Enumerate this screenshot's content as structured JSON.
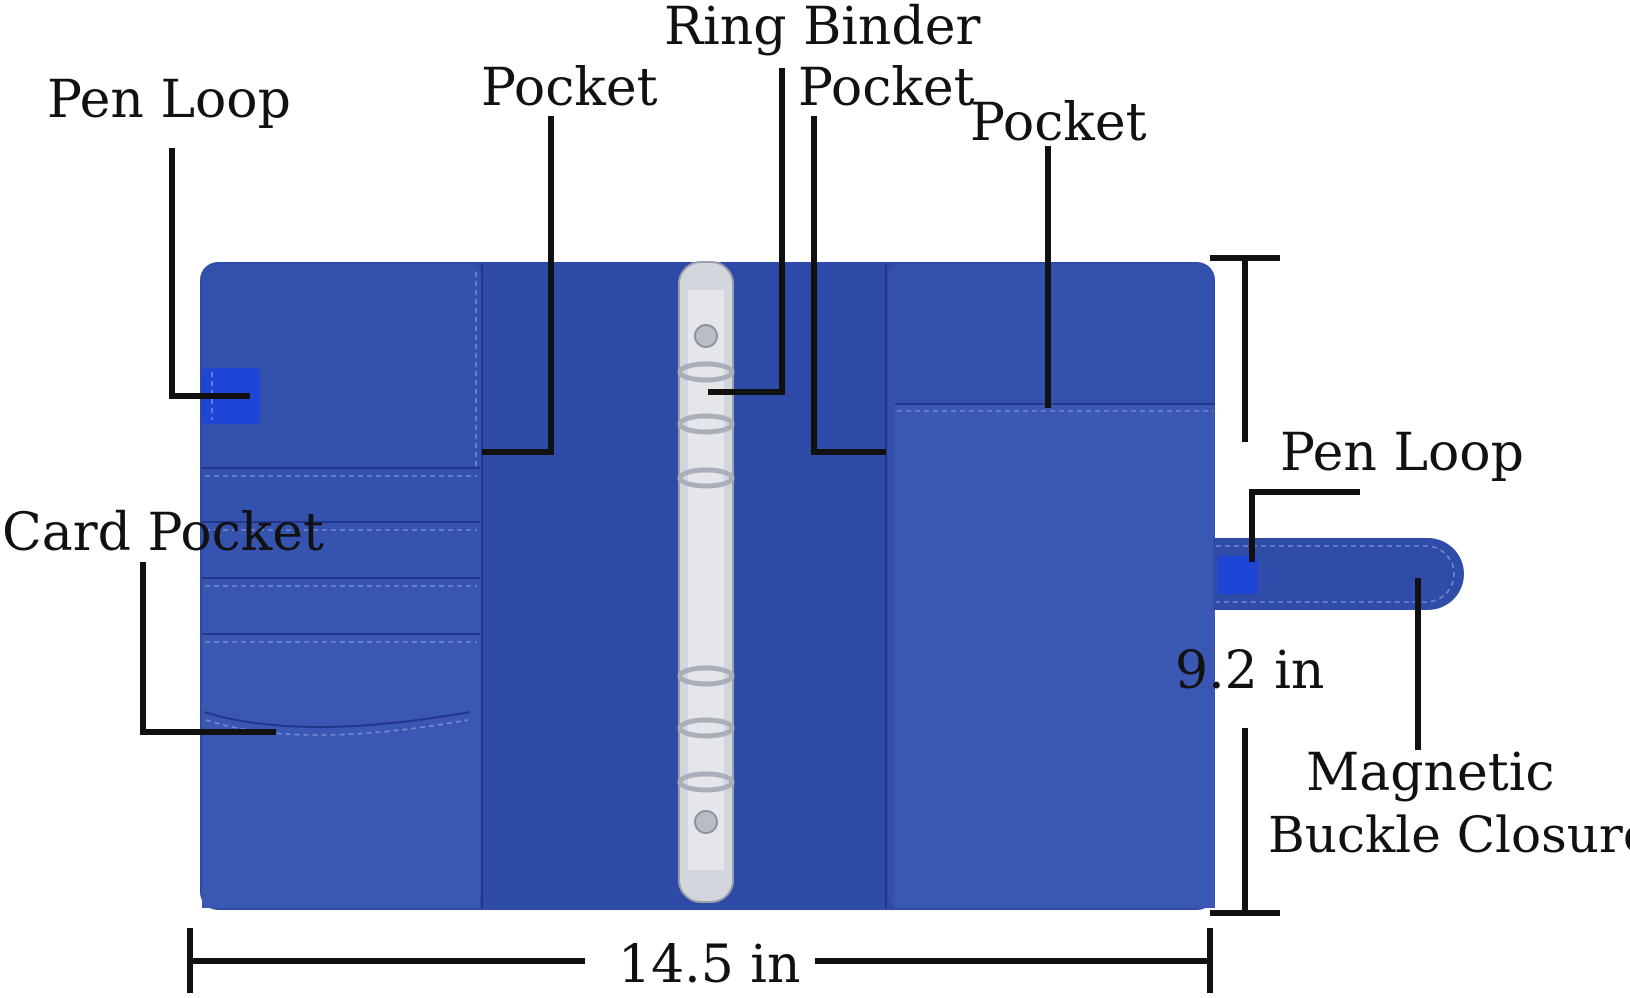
{
  "labels": {
    "pen_loop_left": "Pen Loop",
    "pocket_left": "Pocket",
    "ring_binder": "Ring Binder",
    "pocket_center": "Pocket",
    "pocket_right": "Pocket",
    "card_pocket": "Card Pocket",
    "pen_loop_right": "Pen Loop",
    "height": "9.2 in",
    "closure_line1": "Magnetic",
    "closure_line2": "Buckle Closure",
    "width": "14.5 in"
  },
  "colors": {
    "cover": "#2d4aa6",
    "panel": "#3350ad",
    "pocket": "#3a57b3",
    "pen_loop": "#1e46d6",
    "rings": "#c9ccd4",
    "leader": "#111111"
  }
}
